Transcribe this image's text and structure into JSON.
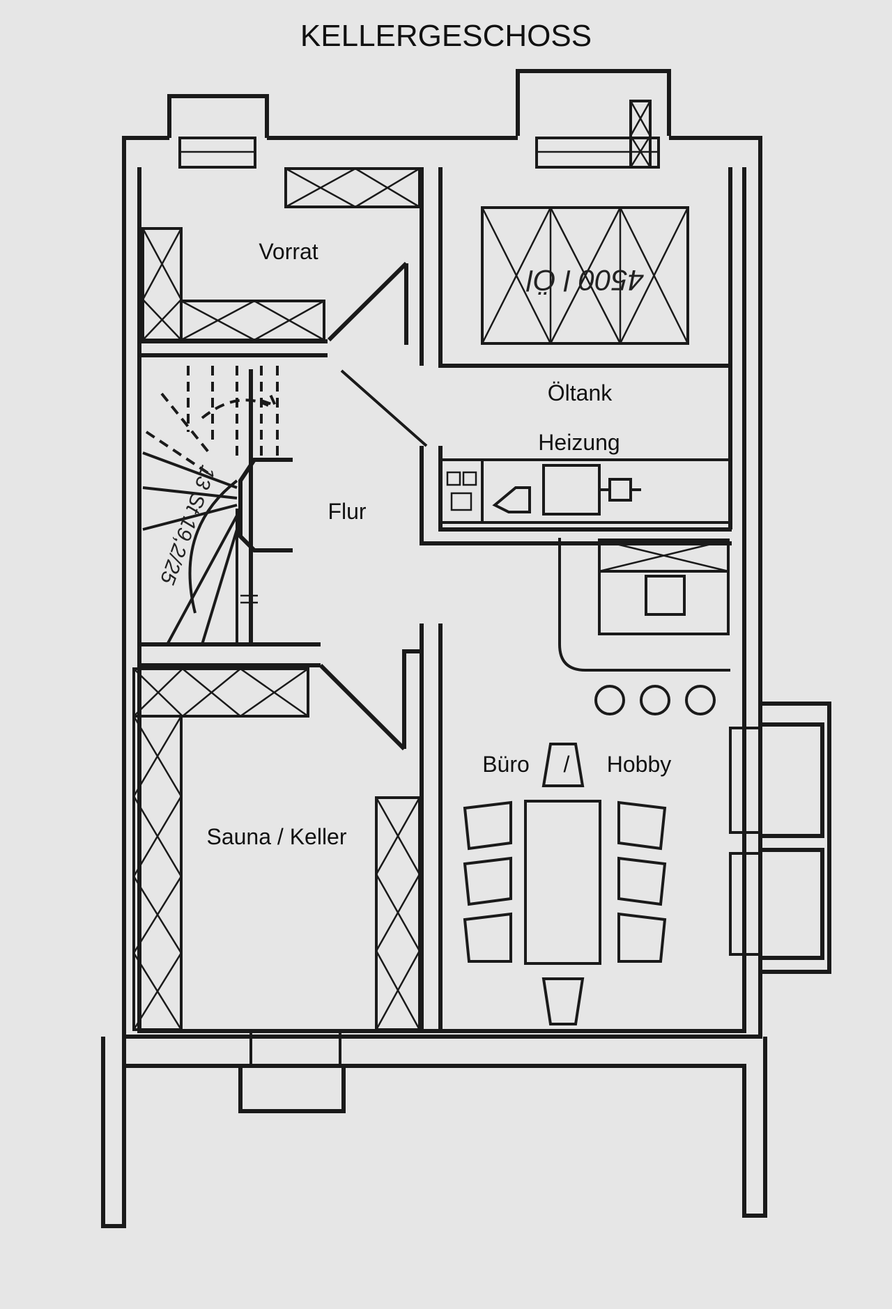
{
  "title": "KELLERGESCHOSS",
  "rooms": {
    "vorrat": "Vorrat",
    "oeltank": "Öltank",
    "heizung": "Heizung",
    "flur": "Flur",
    "sauna": "Sauna / Keller",
    "buero": "Büro",
    "slash": "/",
    "hobby": "Hobby"
  },
  "annotations": {
    "tank_volume": "4500 l Öl",
    "stairs": "13 St 19,2/25"
  },
  "colors": {
    "paper": "#e6e6e6",
    "ink": "#1a1a1a"
  }
}
